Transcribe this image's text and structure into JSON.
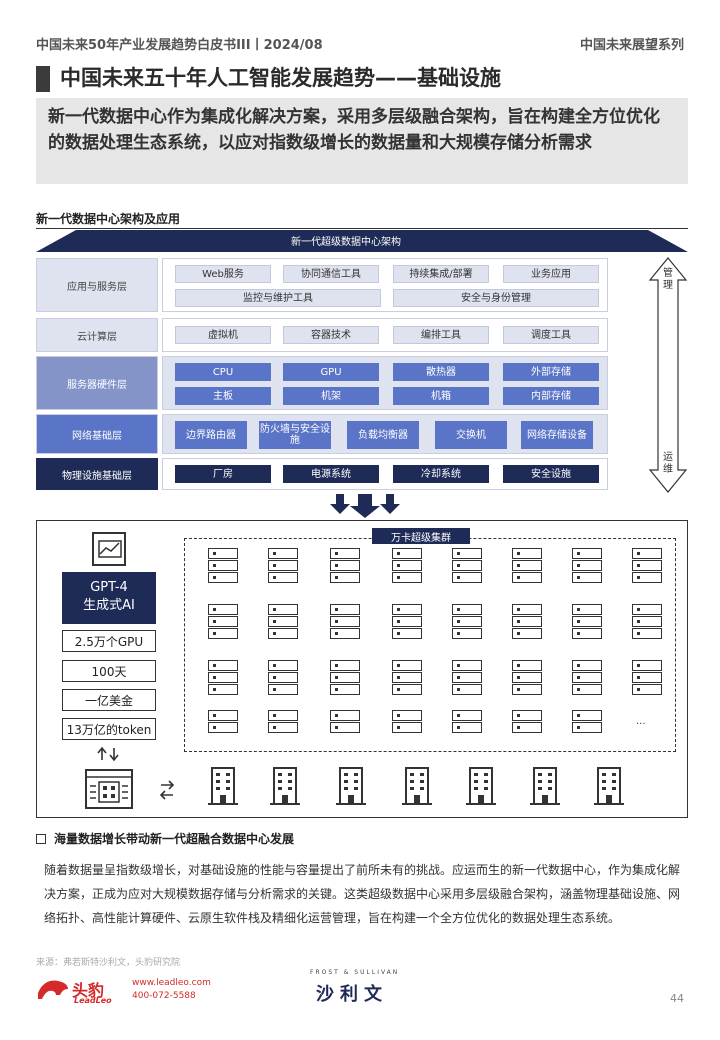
{
  "header": {
    "left": "中国未来50年产业发展趋势白皮书III丨2024/08",
    "right": "中国未来展望系列"
  },
  "title": "中国未来五十年人工智能发展趋势——基础设施",
  "subtitle": "新一代数据中心作为集成化解决方案，采用多层级融合架构，旨在构建全方位优化的数据处理生态系统，以应对指数级增长的数据量和大规模存储分析需求",
  "section_label": "新一代数据中心架构及应用",
  "architecture": {
    "head": "新一代超级数据中心架构",
    "layers": [
      {
        "label": "应用与服务层",
        "cells": [
          "Web服务",
          "协同通信工具",
          "持续集成/部署",
          "业务应用",
          "监控与维护工具",
          "安全与身份管理"
        ]
      },
      {
        "label": "云计算层",
        "cells": [
          "虚拟机",
          "容器技术",
          "编排工具",
          "调度工具"
        ]
      },
      {
        "label": "服务器硬件层",
        "cells": [
          "CPU",
          "GPU",
          "散热器",
          "外部存储",
          "主板",
          "机架",
          "机箱",
          "内部存储"
        ]
      },
      {
        "label": "网络基础层",
        "cells": [
          "边界路由器",
          "防火墙与安全设施",
          "负载均衡器",
          "交换机",
          "网络存储设备"
        ]
      },
      {
        "label": "物理设施基础层",
        "cells": [
          "厂房",
          "电源系统",
          "冷却系统",
          "安全设施"
        ]
      }
    ],
    "side_top": "管理",
    "side_bottom": "运维"
  },
  "cluster": {
    "tag": "万卡超级集群",
    "model_line1": "GPT-4",
    "model_line2": "生成式AI",
    "stats": [
      "2.5万个GPU",
      "100天",
      "一亿美金",
      "13万亿的token"
    ],
    "ellipsis": "..."
  },
  "bullet_title": "海量数据增长带动新一代超融合数据中心发展",
  "body": "随着数据量呈指数级增长，对基础设施的性能与容量提出了前所未有的挑战。应运而生的新一代数据中心，作为集成化解决方案，正成为应对大规模数据存储与分析需求的关键。这类超级数据中心采用多层级融合架构，涵盖物理基础设施、网络拓扑、高性能计算硬件、云原生软件栈及精细化运营管理，旨在构建一个全方位优化的数据处理生态系统。",
  "source": "来源：弗若斯特沙利文，头豹研究院",
  "footer": {
    "logo_cn": "头豹",
    "logo_en": "LeadLeo",
    "web": "www.leadleo.com",
    "phone": "400-072-5588",
    "fs_en": "FROST & SULLIVAN",
    "fs_cn": "沙利文",
    "page": "44"
  },
  "colors": {
    "dark_navy": "#1f2b57",
    "mid_blue": "#5a74c7",
    "light_panel": "#dfe3ef",
    "red": "#d42a2a"
  }
}
